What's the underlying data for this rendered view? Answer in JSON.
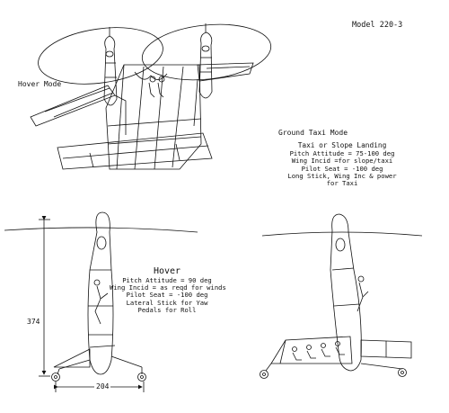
{
  "model": "Model 220-3",
  "hover_mode_label": "Hover Mode",
  "ground_taxi": {
    "title": "Ground Taxi Mode",
    "subtitle": "Taxi or Slope Landing",
    "lines": [
      "Pitch Attitude = 75-100 deg",
      "Wing Incid =for slope/taxi",
      "Pilot Seat = -100 deg",
      "Long Stick, Wing Inc & power",
      "for Taxi"
    ]
  },
  "hover": {
    "title": "Hover",
    "lines": [
      "Pitch Attitude = 90 deg",
      "Wing Incid = as reqd for winds",
      "Pilot Seat = -100 deg",
      "Lateral Stick for Yaw",
      "Pedals for Roll"
    ]
  },
  "dimensions": {
    "height": "374",
    "track": "204"
  },
  "colors": {
    "ink": "#111111",
    "paper": "#ffffff"
  }
}
